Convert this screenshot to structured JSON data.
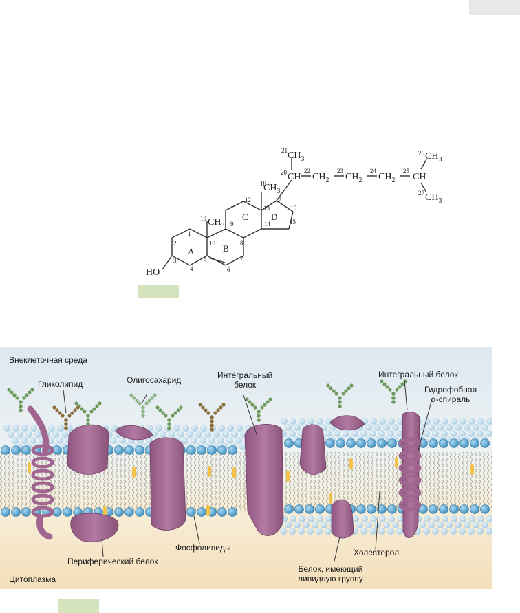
{
  "structure": {
    "ring_labels": [
      "A",
      "B",
      "C",
      "D"
    ],
    "atom_numbers": [
      "1",
      "2",
      "3",
      "4",
      "5",
      "6",
      "7",
      "8",
      "9",
      "10",
      "11",
      "12",
      "13",
      "14",
      "15",
      "16",
      "17",
      "18",
      "19",
      "20",
      "21",
      "22",
      "23",
      "24",
      "25",
      "26",
      "27"
    ],
    "groups": {
      "hydroxyl": "HO",
      "methyl": "CH",
      "methine": "CH",
      "methylene": "CH",
      "subscript_2": "2",
      "subscript_3": "3"
    },
    "colors": {
      "hydroxyl": "#d0312d",
      "bonds": "#333333"
    }
  },
  "membrane": {
    "labels": {
      "extracellular": "Внеклеточная среда",
      "glycolipid": "Гликолипид",
      "oligosaccharide": "Олигосахарид",
      "integral_protein_1": "Интегральный\nбелок",
      "integral_protein_2": "Интегральный белок",
      "hydrophobic_helix": "Гидрофобная\nα-спираль",
      "peripheral_protein": "Периферический белок",
      "phospholipids": "Фосфолипиды",
      "lipid_anchored_protein": "Белок, имеющий\nлипидную группу",
      "cholesterol": "Холестерол",
      "cytoplasm": "Цитоплазма"
    },
    "colors": {
      "protein": "#a0668f",
      "head": "#5aa9d6",
      "tail": "#9a9a88",
      "sugar": "#6e9a5c",
      "cholesterol": "#f2c24a",
      "extracellular_bg": "#dfe9f2",
      "cytoplasm_bg": "#f6e4c4"
    }
  }
}
